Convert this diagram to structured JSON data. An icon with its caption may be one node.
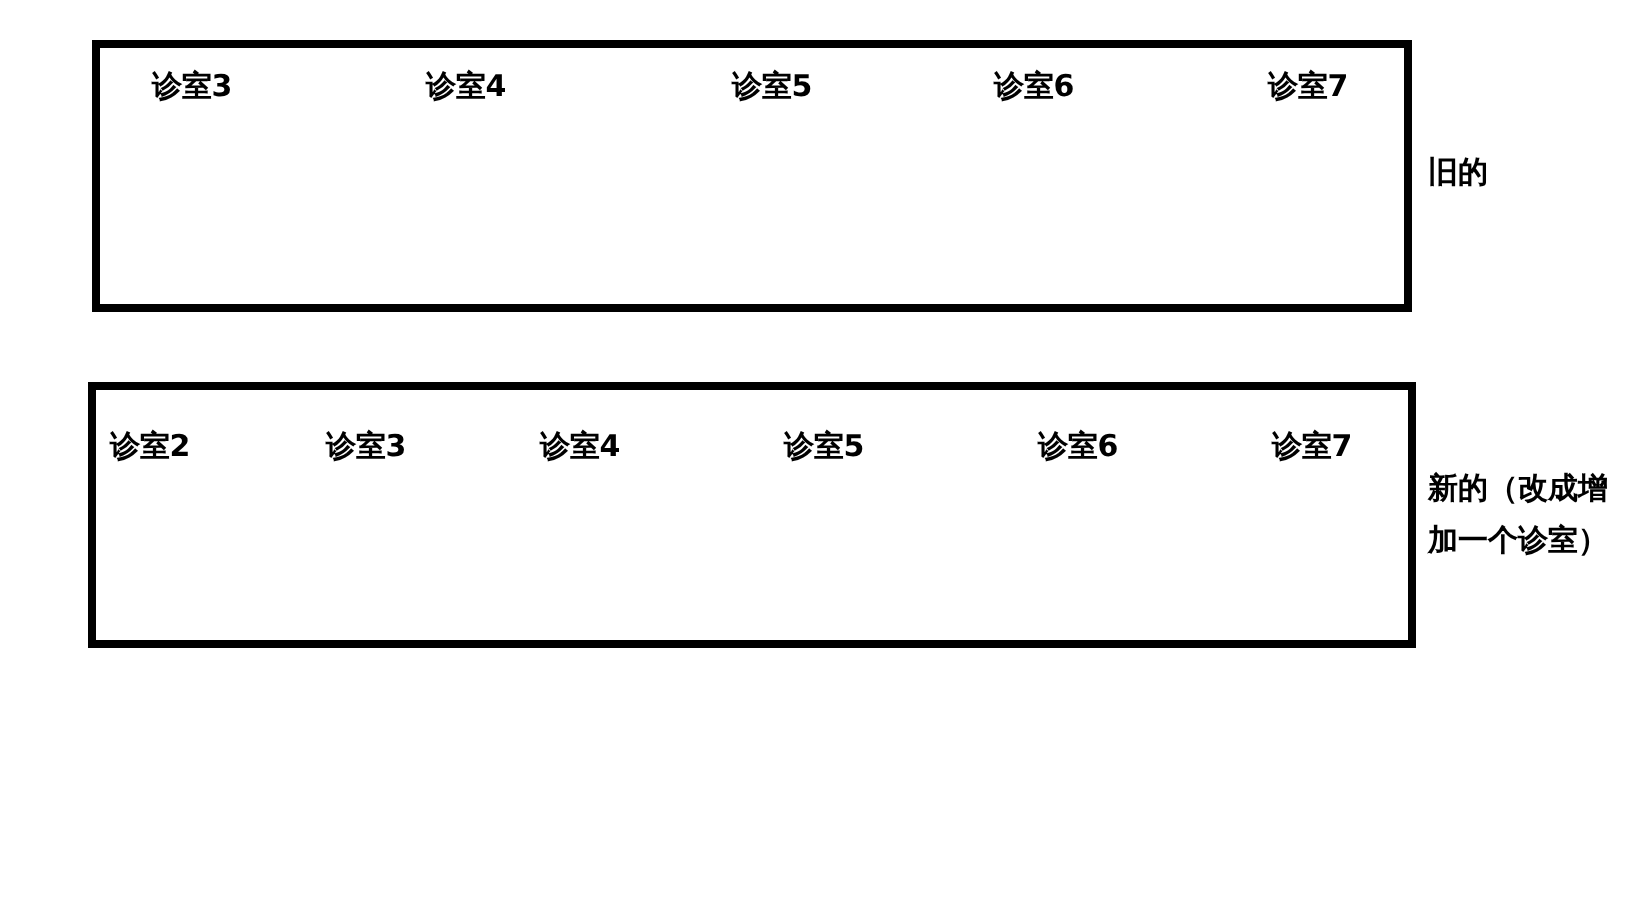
{
  "diagram": {
    "nodes": [
      {
        "text": [
          "诊室3",
          "诊室4",
          "诊室5",
          "诊室6",
          "诊室7"
        ],
        "beside": [
          "旧的"
        ]
      },
      {
        "text": [
          "诊室2",
          "诊室3",
          "诊室4",
          "诊室5",
          "诊室6",
          "诊室7"
        ],
        "beside": [
          "新的（改成增加一个诊室）"
        ]
      }
    ]
  }
}
